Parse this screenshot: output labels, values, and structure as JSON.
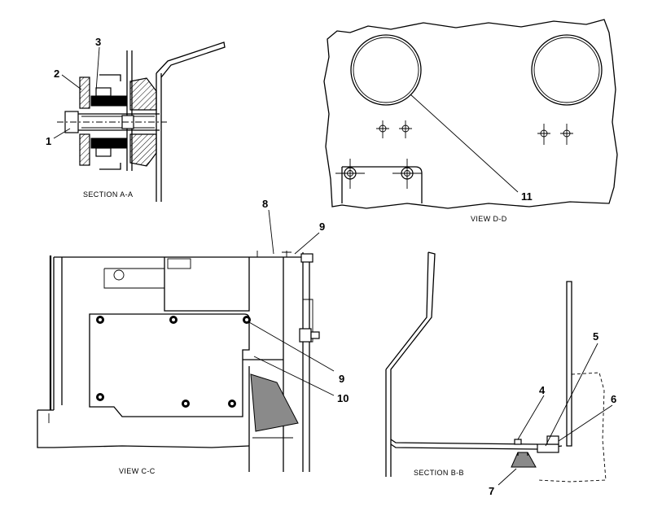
{
  "section_aa": {
    "caption": "SECTION A-A",
    "callouts": [
      "1",
      "2",
      "3"
    ]
  },
  "view_dd": {
    "caption": "VIEW D-D",
    "callouts": [
      "11"
    ]
  },
  "view_cc": {
    "caption": "VIEW C-C",
    "callouts": [
      "8",
      "9",
      "9",
      "10"
    ]
  },
  "section_bb": {
    "caption": "SECTION B-B",
    "callouts": [
      "4",
      "5",
      "6",
      "7"
    ]
  }
}
